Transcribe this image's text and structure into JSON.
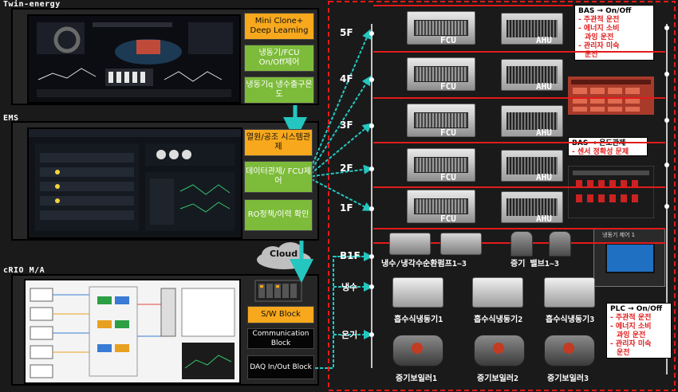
{
  "panels": {
    "twin": {
      "title": "Twin-energy"
    },
    "ems": {
      "title": "EMS"
    },
    "daq": {
      "title": "cRIO M/A"
    }
  },
  "twin_boxes": [
    {
      "text": "Mini Clone+ Deep Learning",
      "style": "orange"
    },
    {
      "text": "냉동기/FCU On/Off제어",
      "style": "green"
    },
    {
      "text": "냉동기q 냉수출구온도",
      "style": "green"
    }
  ],
  "ems_boxes": [
    {
      "text": "열원/공조 시스템관제",
      "style": "orange"
    },
    {
      "text": "데이터관제/ FCU제어",
      "style": "green"
    },
    {
      "text": "RO정책/이력 확인",
      "style": "green"
    }
  ],
  "cloud_label": "Cloud",
  "daq_boxes": [
    {
      "text": "S/W Block",
      "style": "orange"
    },
    {
      "text": "Communication Block",
      "style": "black"
    },
    {
      "text": "DAQ In/Out Block",
      "style": "black"
    }
  ],
  "floors": [
    "5F",
    "4F",
    "3F",
    "2F",
    "1F",
    "B1F"
  ],
  "floor_extra": [
    "냉수",
    "온기"
  ],
  "unit_labels": {
    "fcu": "FCU",
    "ahu": "AHU"
  },
  "b1_labels": [
    "냉수/냉각수순환펌프1~3",
    "증기 밸브1~3"
  ],
  "chiller_labels": [
    "흡수식냉동기1",
    "흡수식냉동기2",
    "흡수식냉동기3"
  ],
  "boiler_labels": [
    "증기보일러1",
    "증기보일러2",
    "증기보일러3"
  ],
  "notes": {
    "bas_onoff": {
      "title": "BAS → On/Off",
      "items": [
        "- 주관적 운전",
        "- 에너지 소비",
        "과잉 운전",
        "- 관리자 미숙",
        "운전"
      ]
    },
    "bas_temp": {
      "title": "BAS → 온도관제",
      "items": [
        "- 센서 정확성 문제"
      ]
    },
    "plc": {
      "title": "PLC → On/Off",
      "items": [
        "- 주관적 운전",
        "- 에너지 소비",
        "과잉 운전",
        "- 관리자 미숙",
        "운전"
      ]
    }
  },
  "plc_panel_title": "냉동기 제어 1",
  "colors": {
    "orange": "#f7a81c",
    "green": "#7dbb3a",
    "red": "#e21b1b",
    "teal": "#25c6c0"
  }
}
